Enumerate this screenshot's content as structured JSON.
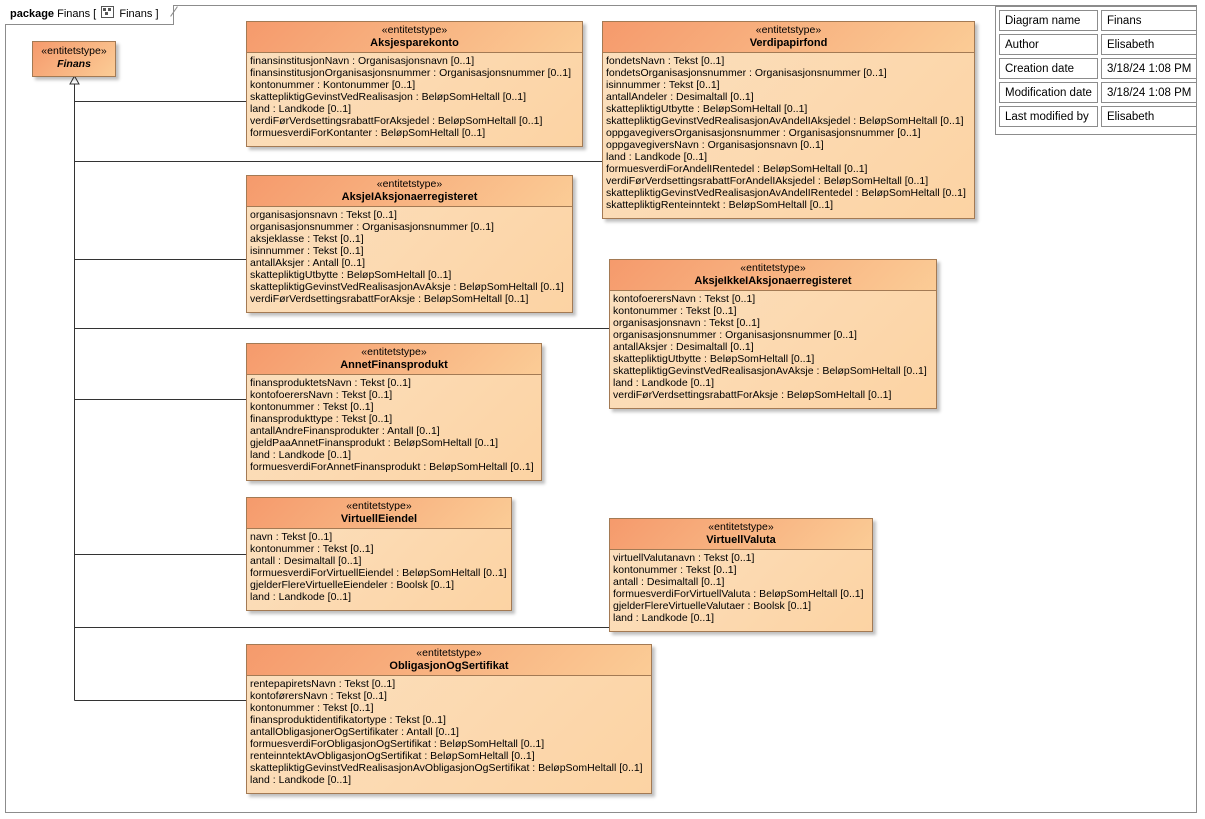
{
  "package": {
    "keyword": "package",
    "name": "Finans",
    "diagram_ref": "Finans"
  },
  "info_table": [
    {
      "key": "Diagram name",
      "value": "Finans"
    },
    {
      "key": "Author",
      "value": "Elisabeth"
    },
    {
      "key": "Creation date",
      "value": "3/18/24 1:08 PM"
    },
    {
      "key": "Modification date",
      "value": "3/18/24 1:08 PM"
    },
    {
      "key": "Last modified by",
      "value": "Elisabeth"
    }
  ],
  "abstract_class": {
    "stereotype": "«entitetstype»",
    "name": "Finans"
  },
  "classes": [
    {
      "stereotype": "«entitetstype»",
      "name": "Aksjesparekonto",
      "attributes": [
        {
          "name": "finansinstitusjonNavn",
          "type": " : Organisasjonsnavn [0..1]"
        },
        {
          "name": "finansinstitusjonOrganisasjonsnummer",
          "type": " : Organisasjonsnummer [0..1]"
        },
        {
          "name": "kontonummer",
          "type": " : Kontonummer [0..1]"
        },
        {
          "name": "skattepliktigGevinstVedRealisasjon",
          "type": " : BeløpSomHeltall [0..1]"
        },
        {
          "name": "land",
          "type": " : Landkode [0..1]"
        },
        {
          "name": "verdiFørVerdsettingsrabattForAksjedel",
          "type": " : BeløpSomHeltall [0..1]"
        },
        {
          "name": "formuesverdiForKontanter",
          "type": " : BeløpSomHeltall [0..1]"
        }
      ]
    },
    {
      "stereotype": "«entitetstype»",
      "name": "Verdipapirfond",
      "attributes": [
        {
          "name": "fondetsNavn",
          "type": " : Tekst [0..1]"
        },
        {
          "name": "fondetsOrganisasjonsnummer",
          "type": " : Organisasjonsnummer [0..1]"
        },
        {
          "name": "isinnummer",
          "type": " : Tekst [0..1]"
        },
        {
          "name": "antallAndeler",
          "type": " : Desimaltall [0..1]"
        },
        {
          "name": "skattepliktigUtbytte",
          "type": " : BeløpSomHeltall [0..1]"
        },
        {
          "name": "skattepliktigGevinstVedRealisasjonAvAndelIAksjedel",
          "type": " : BeløpSomHeltall [0..1]"
        },
        {
          "name": "oppgavegiversOrganisasjonsnummer",
          "type": " : Organisasjonsnummer [0..1]"
        },
        {
          "name": "oppgavegiversNavn",
          "type": " : Organisasjonsnavn [0..1]"
        },
        {
          "name": "land",
          "type": " : Landkode [0..1]"
        },
        {
          "name": "formuesverdiForAndelIRentedel",
          "type": " : BeløpSomHeltall [0..1]"
        },
        {
          "name": "verdiFørVerdsettingsrabattForAndelIAksjedel",
          "type": " : BeløpSomHeltall [0..1]"
        },
        {
          "name": "skattepliktigGevinstVedRealisasjonAvAndelIRentedel",
          "type": " : BeløpSomHeltall [0..1]"
        },
        {
          "name": "skattepliktigRenteinntekt",
          "type": " : BeløpSomHeltall [0..1]"
        }
      ]
    },
    {
      "stereotype": "«entitetstype»",
      "name": "AksjeIAksjonaerregisteret",
      "attributes": [
        {
          "name": "organisasjonsnavn",
          "type": " : Tekst [0..1]"
        },
        {
          "name": "organisasjonsnummer",
          "type": " : Organisasjonsnummer [0..1]"
        },
        {
          "name": "aksjeklasse",
          "type": " : Tekst [0..1]"
        },
        {
          "name": "isinnummer",
          "type": " : Tekst [0..1]"
        },
        {
          "name": "antallAksjer",
          "type": " : Antall [0..1]"
        },
        {
          "name": "skattepliktigUtbytte",
          "type": " : BeløpSomHeltall [0..1]"
        },
        {
          "name": "skattepliktigGevinstVedRealisasjonAvAksje",
          "type": " : BeløpSomHeltall [0..1]"
        },
        {
          "name": "verdiFørVerdsettingsrabattForAksje",
          "type": " : BeløpSomHeltall [0..1]"
        }
      ]
    },
    {
      "stereotype": "«entitetstype»",
      "name": "AksjeIkkeIAksjonaerregisteret",
      "attributes": [
        {
          "name": "kontofoerersNavn",
          "type": " : Tekst [0..1]"
        },
        {
          "name": "kontonummer",
          "type": " : Tekst [0..1]"
        },
        {
          "name": "organisasjonsnavn",
          "type": " : Tekst [0..1]"
        },
        {
          "name": "organisasjonsnummer",
          "type": " : Organisasjonsnummer [0..1]"
        },
        {
          "name": "antallAksjer",
          "type": " : Desimaltall [0..1]"
        },
        {
          "name": "skattepliktigUtbytte",
          "type": " : BeløpSomHeltall [0..1]"
        },
        {
          "name": "skattepliktigGevinstVedRealisasjonAvAksje",
          "type": " : BeløpSomHeltall [0..1]"
        },
        {
          "name": "land",
          "type": " : Landkode [0..1]"
        },
        {
          "name": "verdiFørVerdsettingsrabattForAksje",
          "type": " : BeløpSomHeltall [0..1]"
        }
      ]
    },
    {
      "stereotype": "«entitetstype»",
      "name": "AnnetFinansprodukt",
      "attributes": [
        {
          "name": "finansproduktetsNavn",
          "type": " : Tekst [0..1]"
        },
        {
          "name": "kontofoerersNavn",
          "type": " : Tekst [0..1]"
        },
        {
          "name": "kontonummer",
          "type": " : Tekst [0..1]"
        },
        {
          "name": "finansprodukttype",
          "type": " : Tekst [0..1]"
        },
        {
          "name": "antallAndreFinansprodukter",
          "type": " : Antall [0..1]"
        },
        {
          "name": "gjeldPaaAnnetFinansprodukt",
          "type": " : BeløpSomHeltall [0..1]"
        },
        {
          "name": "land",
          "type": " : Landkode [0..1]"
        },
        {
          "name": "formuesverdiForAnnetFinansprodukt",
          "type": " : BeløpSomHeltall [0..1]"
        }
      ]
    },
    {
      "stereotype": "«entitetstype»",
      "name": "VirtuellEiendel",
      "attributes": [
        {
          "name": "navn",
          "type": " : Tekst [0..1]"
        },
        {
          "name": "kontonummer",
          "type": " : Tekst [0..1]"
        },
        {
          "name": "antall",
          "type": " : Desimaltall [0..1]"
        },
        {
          "name": "formuesverdiForVirtuellEiendel",
          "type": " : BeløpSomHeltall [0..1]"
        },
        {
          "name": "gjelderFlereVirtuelleEiendeler",
          "type": " : Boolsk [0..1]"
        },
        {
          "name": "land",
          "type": " : Landkode [0..1]"
        }
      ]
    },
    {
      "stereotype": "«entitetstype»",
      "name": "VirtuellValuta",
      "attributes": [
        {
          "name": "virtuellValutanavn",
          "type": " : Tekst [0..1]"
        },
        {
          "name": "kontonummer",
          "type": " : Tekst [0..1]"
        },
        {
          "name": "antall",
          "type": " : Desimaltall [0..1]"
        },
        {
          "name": "formuesverdiForVirtuellValuta",
          "type": " : BeløpSomHeltall [0..1]"
        },
        {
          "name": "gjelderFlereVirtuelleValutaer",
          "type": " : Boolsk [0..1]"
        },
        {
          "name": "land",
          "type": " : Landkode [0..1]"
        }
      ]
    },
    {
      "stereotype": "«entitetstype»",
      "name": "ObligasjonOgSertifikat",
      "attributes": [
        {
          "name": "rentepapiretsNavn",
          "type": " : Tekst [0..1]"
        },
        {
          "name": "kontoførersNavn",
          "type": " : Tekst [0..1]"
        },
        {
          "name": "kontonummer",
          "type": " : Tekst [0..1]"
        },
        {
          "name": "finansproduktidentifikatortype",
          "type": " : Tekst [0..1]"
        },
        {
          "name": "antallObligasjonerOgSertifikater",
          "type": " : Antall [0..1]"
        },
        {
          "name": "formuesverdiForObligasjonOgSertifikat",
          "type": " : BeløpSomHeltall [0..1]"
        },
        {
          "name": "renteinntektAvObligasjonOgSertifikat",
          "type": " : BeløpSomHeltall [0..1]"
        },
        {
          "name": "skattepliktigGevinstVedRealisasjonAvObligasjonOgSertifikat",
          "type": " : BeløpSomHeltall [0..1]"
        },
        {
          "name": "land",
          "type": " : Landkode [0..1]"
        }
      ]
    }
  ],
  "colors": {
    "header": "#f59a6c",
    "body": "#fcd3a3",
    "border": "#a37a54",
    "line": "#333333"
  }
}
